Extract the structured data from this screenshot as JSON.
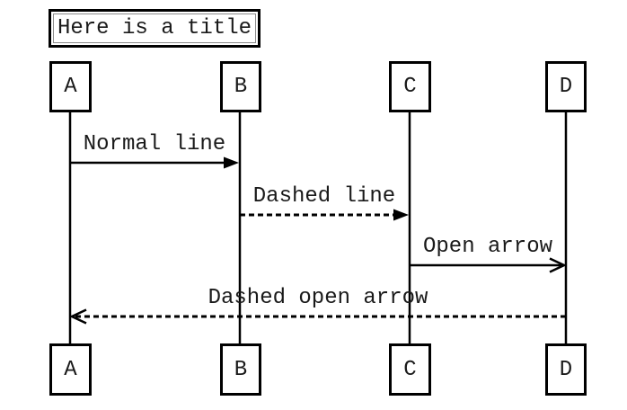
{
  "diagram": {
    "type": "sequence-diagram",
    "title": "Here is a title",
    "actors": [
      {
        "label": "A"
      },
      {
        "label": "B"
      },
      {
        "label": "C"
      },
      {
        "label": "D"
      }
    ],
    "messages": [
      {
        "from": "A",
        "to": "B",
        "label": "Normal line",
        "line_style": "solid",
        "arrow_style": "filled"
      },
      {
        "from": "B",
        "to": "C",
        "label": "Dashed line",
        "line_style": "dashed",
        "arrow_style": "filled"
      },
      {
        "from": "C",
        "to": "D",
        "label": "Open arrow",
        "line_style": "solid",
        "arrow_style": "open"
      },
      {
        "from": "D",
        "to": "A",
        "label": "Dashed open arrow",
        "line_style": "dashed",
        "arrow_style": "open"
      }
    ],
    "colors": {
      "line": "#000000",
      "text": "#1a1a1a",
      "background": "#ffffff"
    }
  }
}
